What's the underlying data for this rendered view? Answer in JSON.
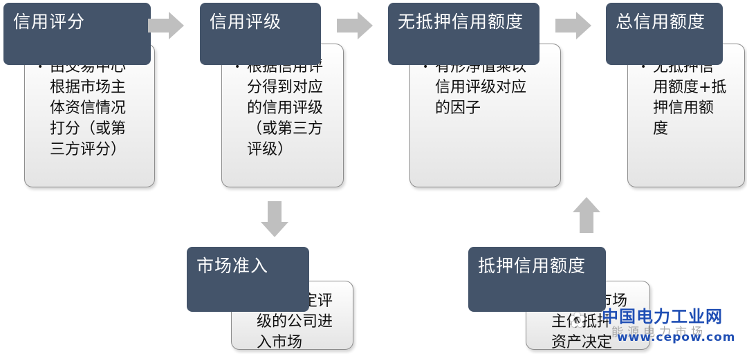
{
  "steps": [
    {
      "title": "信用评分",
      "items": [
        "由交易中心\n根据市场主\n体资信情况\n打分（或第\n三方评分）"
      ]
    },
    {
      "title": "信用评级",
      "items": [
        "根据信用评\n分得到对应\n的信用评级\n（或第三方\n评级）"
      ]
    },
    {
      "title": "无抵押信用额度",
      "items": [
        "有形净值乘以\n信用评级对应\n的因子"
      ]
    },
    {
      "title": "总信用额度",
      "items": [
        "无抵押信\n用额度+抵\n押信用额\n度"
      ]
    },
    {
      "title": "市场准入",
      "items": [
        "达到一定评\n级的公司进\n入市场"
      ]
    },
    {
      "title": "抵押信用额度",
      "items": [
        "金额由市场\n主体抵押\n资产决定"
      ]
    }
  ],
  "bullet_char": "•",
  "watermark": {
    "icon": "wechat-icon",
    "title": "中国电力工业网",
    "subtitle": "能源电力市场",
    "url": "www.cepow.com"
  },
  "colors": {
    "header": "#44546a",
    "arrow": "#bfbfbf",
    "watermark": "#1f4eb4"
  }
}
